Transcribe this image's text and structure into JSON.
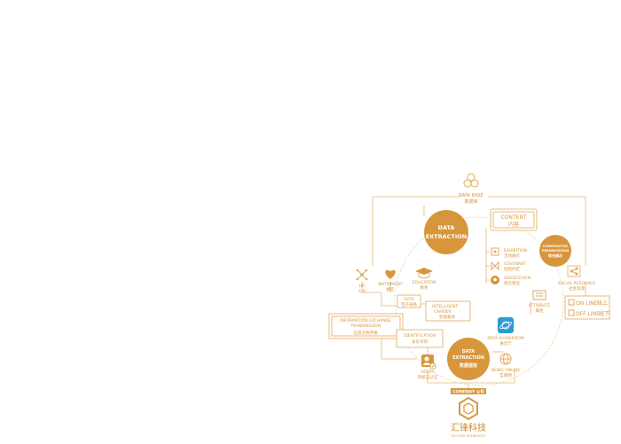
{
  "colors": {
    "accent": "#d8963c",
    "accent_light": "#e8b676",
    "blue": "#2a9bd7",
    "background": "#ffffff"
  },
  "nodes": {
    "database": {
      "en": "DATA BASE",
      "cn": "数据库",
      "icon": "database-icon"
    },
    "content": {
      "en": "CONTENT",
      "cn": "内容"
    },
    "composite": {
      "en1": "COMPOSITIVE",
      "en2": "PRESENTATION",
      "cn": "综合展示"
    },
    "data_extraction_top": {
      "en1": "DATA",
      "en2": "EXTRACTION"
    },
    "data_extraction_bottom": {
      "en1": "DATA",
      "en2": "EXTRACTION",
      "cn": "数据提取"
    },
    "hr": {
      "en": "HR",
      "cn": "人力",
      "icon": "network-icon"
    },
    "matrimony": {
      "en": "MATRIMONY",
      "cn": "婚恋",
      "icon": "heart-icon"
    },
    "education": {
      "en": "EDUCATION",
      "cn": "教育",
      "icon": "graduation-cap-icon"
    },
    "exhibition": {
      "en": "EXHIBITION",
      "cn": "活动展示",
      "icon": "image-icon"
    },
    "covenant": {
      "en": "COVENANT",
      "cn": "团结约定",
      "icon": "bowtie-icon"
    },
    "suggestion": {
      "en": "SUGGESTION",
      "cn": "意见建议",
      "icon": "lightbulb-icon"
    },
    "social_resource": {
      "en": "SOCIAL RESOURCE",
      "cn": "社会资源",
      "icon": "share-icon"
    },
    "online": {
      "en": "ON LINE",
      "cn": "线上"
    },
    "offline": {
      "en": "OFF LINE",
      "cn": "线下"
    },
    "data_box": {
      "en": "DATA",
      "cn": "电子表格"
    },
    "intelligent": {
      "en1": "INTELLIGENT",
      "en2": "CARRIER",
      "cn": "智能载体"
    },
    "attribute": {
      "en": "ATTRIBUTE",
      "cn": "属性",
      "icon": "id-card-icon"
    },
    "info_exchange": {
      "en1": "INFORMATION EXCHANGE",
      "en2": "TRANSMISSION",
      "cn": "信息交换传输"
    },
    "identification": {
      "en": "IDENTIFICATION",
      "cn": "身份识别"
    },
    "data_showroom": {
      "en": "DATA SHOWROOM",
      "cn": "展示厅",
      "icon": "planet-icon"
    },
    "being_online": {
      "en": "BEING ONLINE",
      "cn": "互联网",
      "icon": "globe-icon"
    },
    "verify": {
      "en": "VERIFY",
      "cn": "审核与认证",
      "icon": "user-check-icon"
    }
  },
  "company": {
    "tag": "COMPANY 公司",
    "name": "汇锋科技",
    "sub": "HUI FENG TECHNOLOGY"
  }
}
